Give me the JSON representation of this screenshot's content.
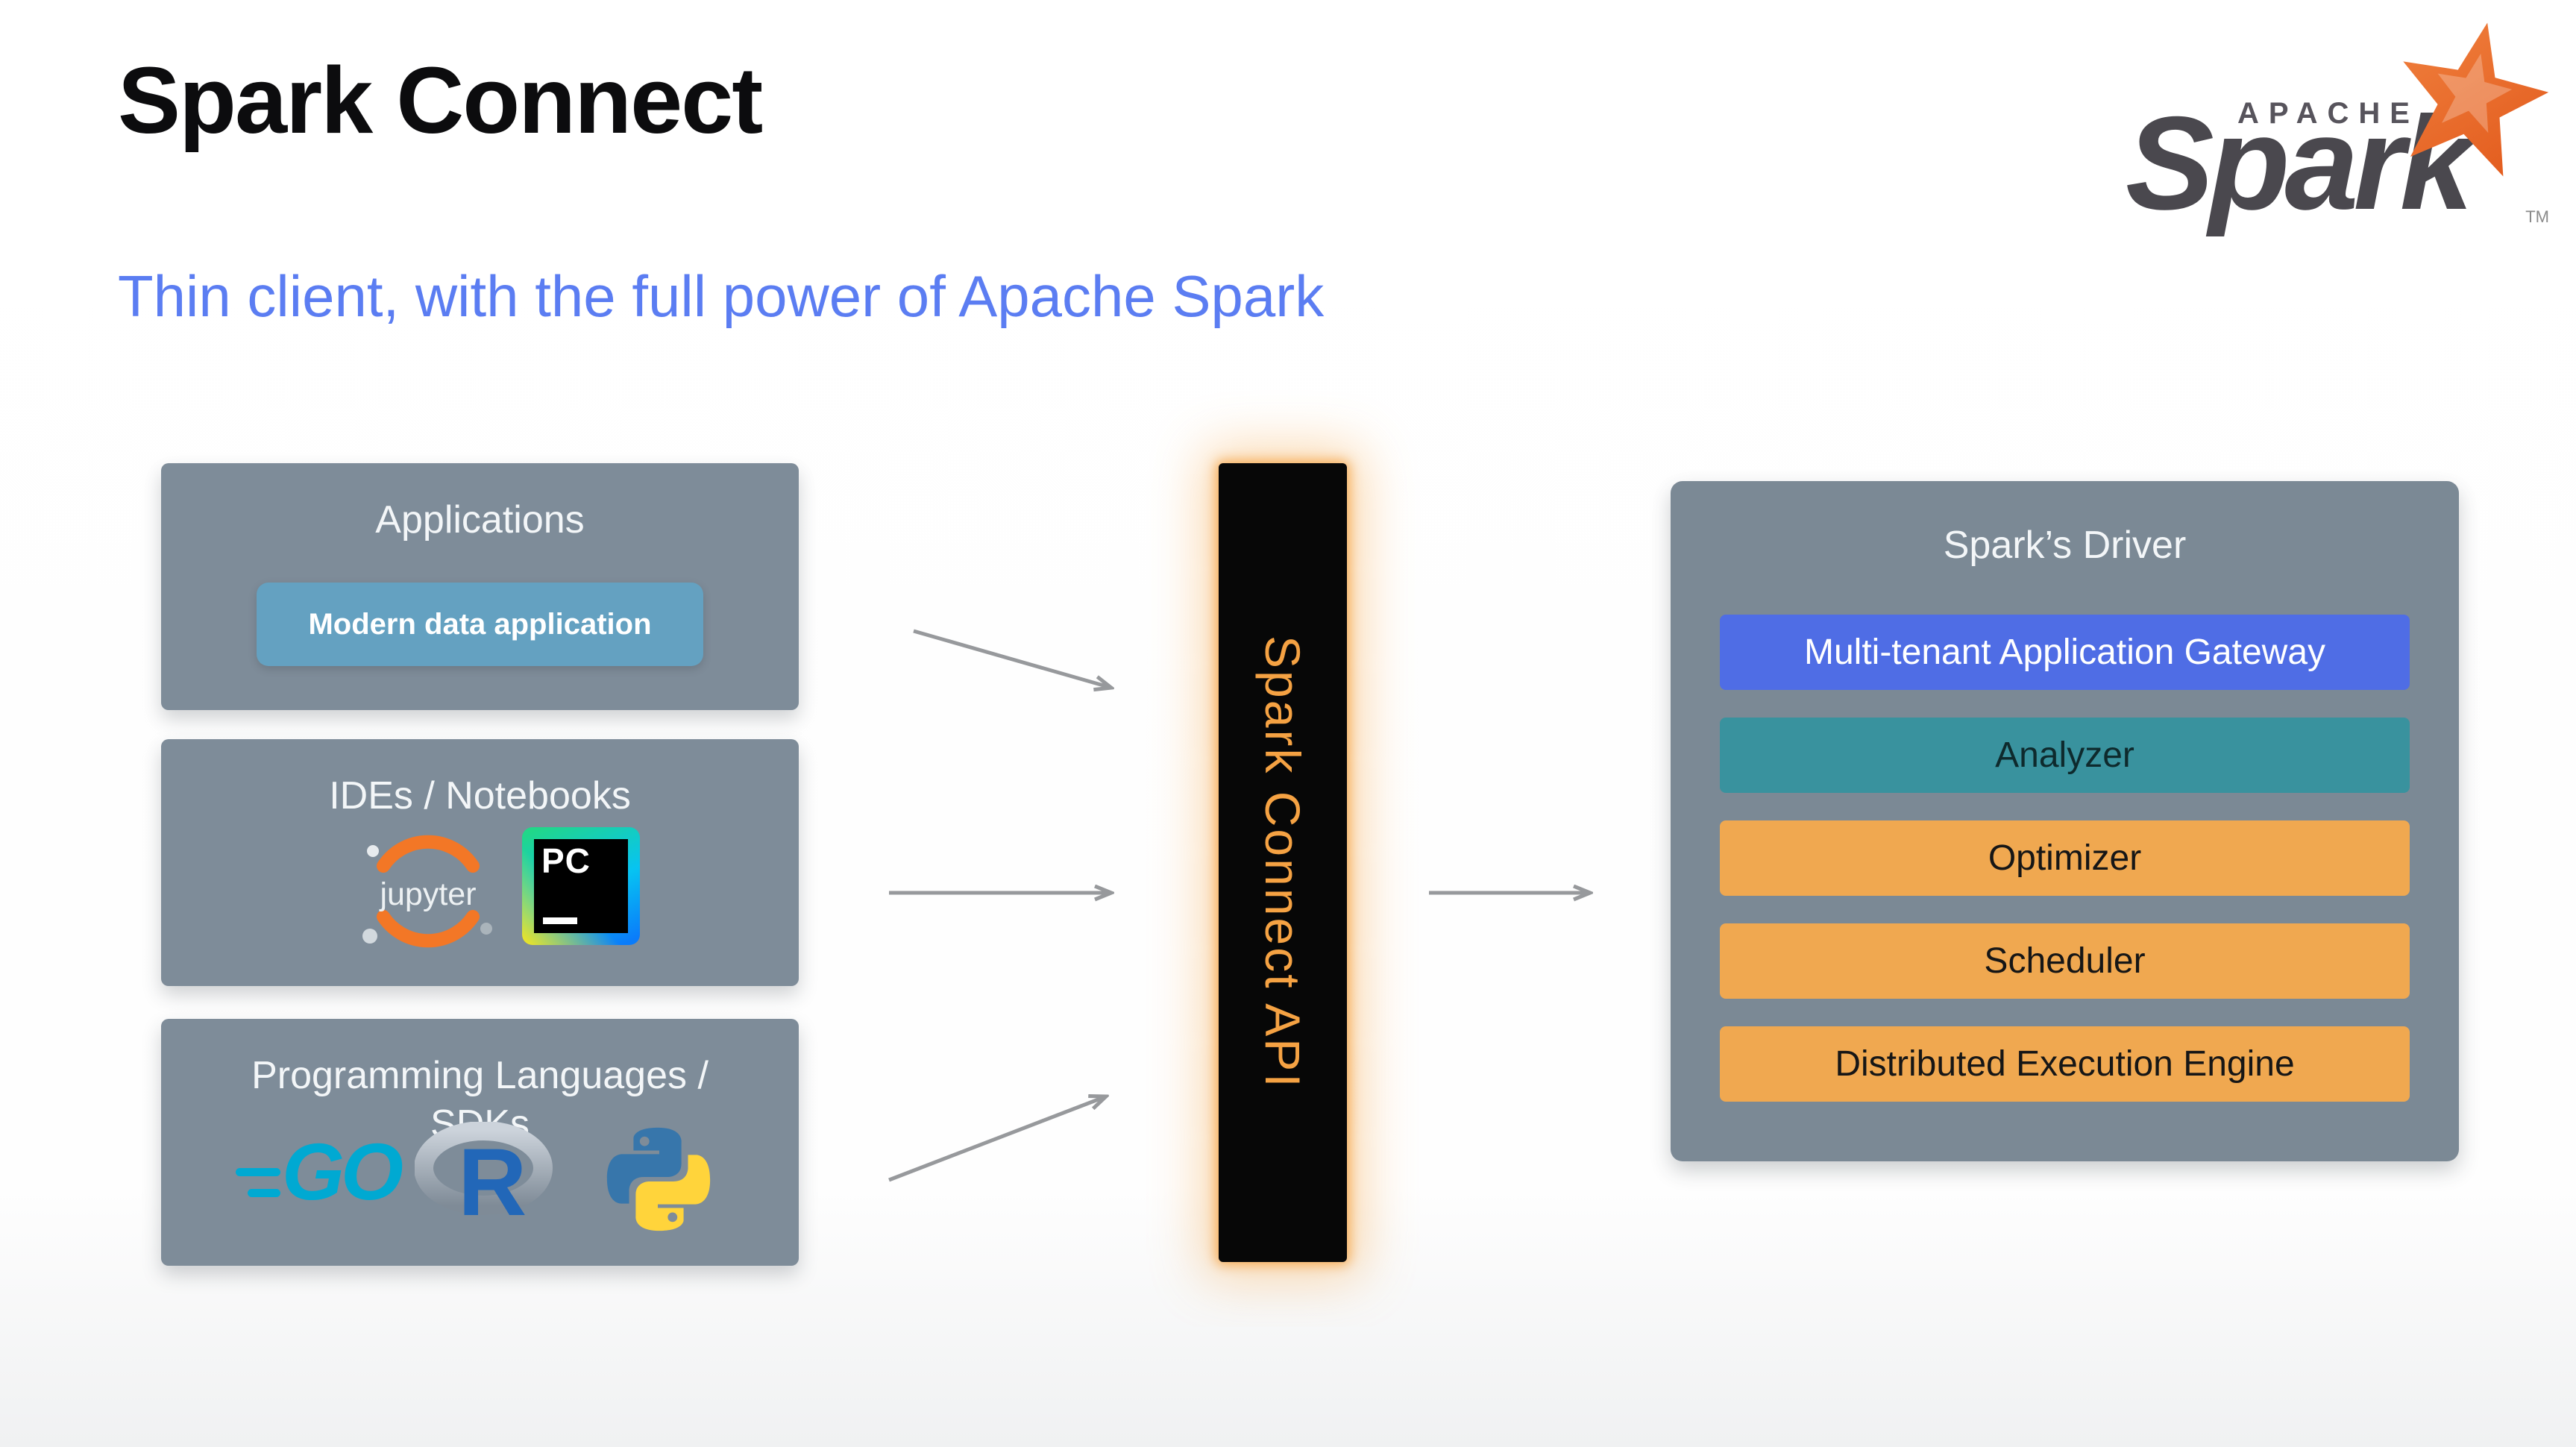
{
  "slide": {
    "title": "Spark Connect",
    "subtitle": "Thin client, with the full power of Apache Spark"
  },
  "spark_logo": {
    "apache": "APACHE",
    "wordmark": "Spark",
    "trademark": "TM"
  },
  "sources": {
    "applications": {
      "title": "Applications",
      "item_label": "Modern data application"
    },
    "ides_notebooks": {
      "title": "IDEs / Notebooks",
      "jupyter_label": "jupyter",
      "pycharm_label": "PC"
    },
    "languages": {
      "title": "Programming Languages / SDKs",
      "go_label": "GO",
      "r_label": "R"
    }
  },
  "connector": {
    "label": "Spark Connect API"
  },
  "driver": {
    "title": "Spark’s Driver",
    "layers": [
      {
        "label": "Multi-tenant Application Gateway",
        "color": "#4f6de5"
      },
      {
        "label": "Analyzer",
        "color": "#39929e"
      },
      {
        "label": "Optimizer",
        "color": "#f0a850"
      },
      {
        "label": "Scheduler",
        "color": "#f0a850"
      },
      {
        "label": "Distributed Execution Engine",
        "color": "#f0a850"
      }
    ]
  },
  "colors": {
    "panel_gray": "#7e8c99",
    "subtitle_blue": "#5b7df2",
    "connector_bg": "#070707",
    "connector_text": "#f5a243",
    "arrow_gray": "#97999c",
    "spark_logo_orange": "#e8622c",
    "app_pill_blue": "#64a1c1"
  }
}
